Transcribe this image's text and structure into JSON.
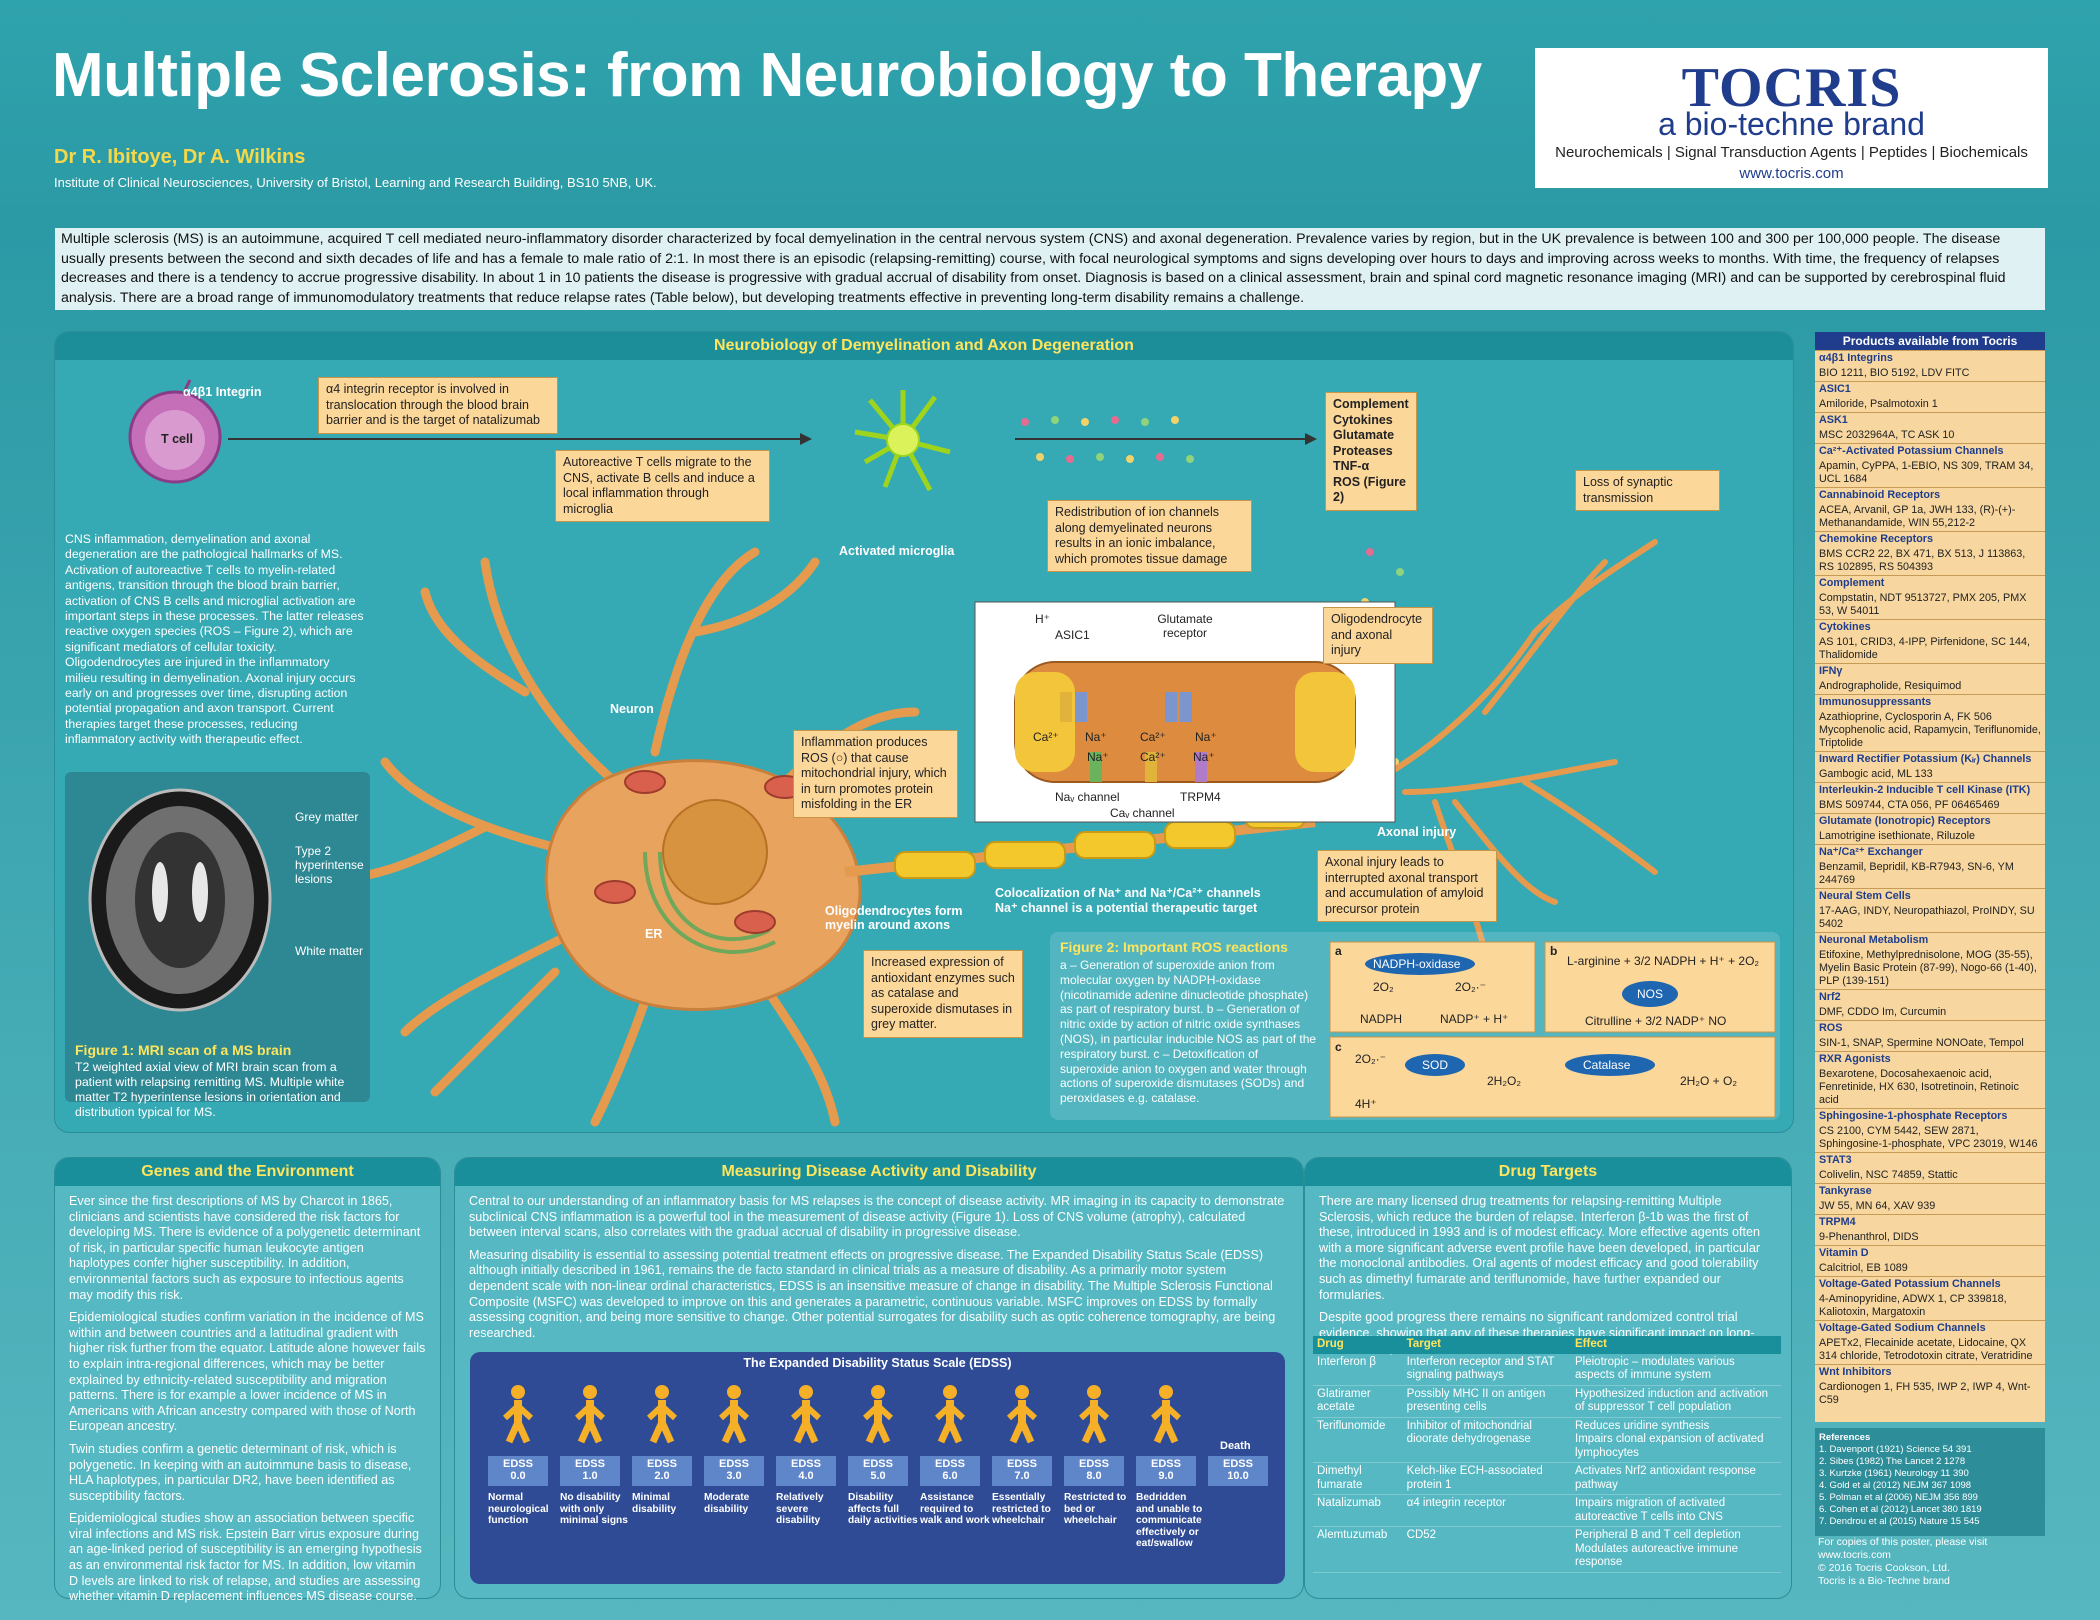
{
  "header": {
    "title": "Multiple Sclerosis: from Neurobiology to Therapy",
    "authors": "Dr R. Ibitoye, Dr A. Wilkins",
    "institution": "Institute of Clinical Neurosciences, University of Bristol, Learning and Research Building, BS10 5NB, UK."
  },
  "logo": {
    "brand": "TOCRIS",
    "sub": "a bio-techne brand",
    "tagline": "Neurochemicals | Signal Transduction Agents | Peptides | Biochemicals",
    "url": "www.tocris.com"
  },
  "intro": "Multiple sclerosis (MS) is an autoimmune, acquired T cell mediated neuro-inflammatory disorder characterized by focal demyelination in the central nervous system (CNS) and axonal degeneration. Prevalence varies by region, but in the UK prevalence is between 100 and 300 per 100,000 people. The disease usually presents between the second and sixth decades of life and has a female to male ratio of 2:1. In most there is an episodic (relapsing-remitting) course, with focal neurological symptoms and signs developing over hours to days and improving across weeks to months. With time, the frequency of relapses decreases and there is a tendency to accrue progressive disability. In about 1 in 10 patients the disease is progressive with gradual accrual of disability from onset. Diagnosis is based on a clinical assessment, brain and spinal cord magnetic resonance imaging (MRI) and can be supported by cerebrospinal fluid analysis. There are a broad range of immunomodulatory treatments that reduce relapse rates (Table below), but developing treatments effective in preventing long-term disability remains a challenge.",
  "neuro": {
    "heading": "Neurobiology of Demyelination and Axon Degeneration",
    "integrin_label": "α4β1 Integrin",
    "tcell_label": "T cell",
    "box_integrin": "α4 integrin receptor is involved in translocation through the blood brain barrier and is the target of natalizumab",
    "box_autoreactive": "Autoreactive T cells migrate to the CNS, activate B cells and induce a local inflammation through microglia",
    "microglia_label": "Activated microglia",
    "box_mediators": "Complement\nCytokines\nGlutamate\nProteases\nTNF-α\nROS (Figure 2)",
    "box_synaptic": "Loss of synaptic transmission",
    "box_ionchannel": "Redistribution of ion channels along demyelinated neurons results in an ionic imbalance, which promotes tissue damage",
    "box_oligo": "Oligodendrocyte and axonal injury",
    "left_text": "CNS inflammation, demyelination and axonal degeneration are the pathological hallmarks of MS. Activation of autoreactive T cells to myelin-related antigens, transition through the blood brain barrier, activation of CNS B cells and microglial activation are important steps in these processes. The latter releases reactive oxygen species (ROS – Figure 2), which are significant mediators of cellular toxicity. Oligodendrocytes are injured in the inflammatory milieu resulting in demyelination. Axonal injury occurs early on and progresses over time, disrupting action potential propagation and axon transport. Current therapies target these processes, reducing inflammatory activity with therapeutic effect.",
    "neuron_label": "Neuron",
    "er_label": "ER",
    "box_inflammation": "Inflammation produces ROS (○) that cause mitochondrial injury, which in turn promotes protein misfolding in the ER",
    "oligo_myelin_label": "Oligodendrocytes form myelin around axons",
    "coloc_label": "Colocalization of Na⁺ and Na⁺/Ca²⁺ channels\nNa⁺ channel is a potential therapeutic target",
    "axonal_injury_label": "Axonal injury",
    "box_axonal": "Axonal injury leads to interrupted axonal transport and accumulation of amyloid precursor protein",
    "box_antioxidant": "Increased expression of antioxidant enzymes such as catalase and superoxide dismutases in grey matter.",
    "channel_labels": {
      "h": "H⁺",
      "asic1": "ASIC1",
      "glu": "Glutamate receptor",
      "ca1": "Ca²⁺",
      "na1": "Na⁺",
      "ca2": "Ca²⁺",
      "na2": "Na⁺",
      "na3": "Na⁺",
      "ca3": "Ca²⁺",
      "na4": "Na⁺",
      "nav": "Naᵥ channel",
      "cav": "Caᵥ channel",
      "trpm4": "TRPM4"
    },
    "mri": {
      "grey": "Grey matter",
      "type2": "Type 2 hyperintense lesions",
      "white": "White matter",
      "caption_title": "Figure 1: MRI scan of a MS brain",
      "caption": "T2 weighted axial view of MRI brain scan from a patient with relapsing remitting MS. Multiple white matter T2 hyperintense lesions in orientation and distribution typical for MS."
    },
    "fig2": {
      "title": "Figure 2: Important ROS reactions",
      "text": "a – Generation of superoxide anion from molecular oxygen by NADPH-oxidase (nicotinamide adenine dinucleotide phosphate) as part of respiratory burst. b – Generation of nitric oxide by action of nitric oxide synthases (NOS), in particular inducible NOS as part of the respiratory burst. c – Detoxification of superoxide anion to oxygen and water through actions of superoxide dismutases (SODs) and peroxidases e.g. catalase.",
      "a": "a",
      "b": "b",
      "c": "c",
      "nadph_ox": "NADPH-oxidase",
      "o2": "2O₂",
      "o2m": "2O₂·⁻",
      "nadph": "NADPH",
      "nadp": "NADP⁺ + H⁺",
      "larg": "L-arginine + 3/2 NADPH + H⁺ + 2O₂",
      "nos": "NOS",
      "citr": "Citrulline + 3/2 NADP⁺ NO",
      "o2c": "2O₂·⁻",
      "h4": "4H⁺",
      "sod": "SOD",
      "h2o2": "2H₂O₂",
      "catalase": "Catalase",
      "water": "2H₂O + O₂"
    }
  },
  "genes": {
    "heading": "Genes and the Environment",
    "p1": "Ever since the first descriptions of MS by Charcot in 1865, clinicians and scientists have considered the risk factors for developing MS. There is evidence of a polygenetic determinant of risk, in particular specific human leukocyte antigen haplotypes confer higher susceptibility. In addition, environmental factors such as exposure to infectious agents may modify this risk.",
    "p2": "Epidemiological studies confirm variation in the incidence of MS within and between countries and a latitudinal gradient with higher risk further from the equator. Latitude alone however fails to explain intra-regional differences, which may be better explained by ethnicity-related susceptibility and migration patterns. There is for example a lower incidence of MS in Americans with African ancestry compared with those of North European ancestry.",
    "p3": "Twin studies confirm a genetic determinant of risk, which is polygenetic. In keeping with an autoimmune basis to disease, HLA haplotypes, in particular DR2, have been identified as susceptibility factors.",
    "p4": "Epidemiological studies show an association between specific viral infections and MS risk. Epstein Barr virus exposure during an age-linked period of susceptibility is an emerging hypothesis as an environmental risk factor for MS. In addition, low vitamin D levels are linked to risk of relapse, and studies are assessing whether vitamin D replacement influences MS disease course."
  },
  "measure": {
    "heading": "Measuring Disease Activity and Disability",
    "p1": "Central to our understanding of an inflammatory basis for MS relapses is the concept of disease activity. MR imaging in its capacity to demonstrate subclinical CNS inflammation is a powerful tool in the measurement of disease activity (Figure 1). Loss of CNS volume (atrophy), calculated between interval scans, also correlates with the gradual accrual of disability in progressive disease.",
    "p2": "Measuring disability is essential to assessing potential treatment effects on progressive disease. The Expanded Disability Status Scale (EDSS) although initially described in 1961, remains the de facto standard in clinical trials as a measure of disability. As a primarily motor system dependent scale with non-linear ordinal characteristics, EDSS is an insensitive measure of change in disability. The Multiple Sclerosis Functional Composite (MSFC) was developed to improve on this and generates a parametric, continuous variable. MSFC improves on EDSS by formally assessing cognition, and being more sensitive to change. Other potential surrogates for disability such as optic coherence tomography, are being researched.",
    "edss_title": "The Expanded Disability Status Scale (EDSS)",
    "death": "Death",
    "steps": [
      {
        "score": "EDSS\n0.0",
        "desc": "Normal neurological function"
      },
      {
        "score": "EDSS\n1.0",
        "desc": "No disability with only minimal signs"
      },
      {
        "score": "EDSS\n2.0",
        "desc": "Minimal disability"
      },
      {
        "score": "EDSS\n3.0",
        "desc": "Moderate disability"
      },
      {
        "score": "EDSS\n4.0",
        "desc": "Relatively severe disability"
      },
      {
        "score": "EDSS\n5.0",
        "desc": "Disability affects full daily activities"
      },
      {
        "score": "EDSS\n6.0",
        "desc": "Assistance required to walk and work"
      },
      {
        "score": "EDSS\n7.0",
        "desc": "Essentially restricted to wheelchair"
      },
      {
        "score": "EDSS\n8.0",
        "desc": "Restricted to bed or wheelchair"
      },
      {
        "score": "EDSS\n9.0",
        "desc": "Bedridden and unable to communicate effectively or eat/swallow"
      },
      {
        "score": "EDSS\n10.0",
        "desc": ""
      }
    ]
  },
  "drug": {
    "heading": "Drug Targets",
    "p1": "There are many licensed drug treatments for relapsing-remitting Multiple Sclerosis, which reduce the burden of relapse. Interferon β-1b was the first of these, introduced in 1993 and is of modest efficacy. More effective agents often with a more significant adverse event profile have been developed, in particular the monoclonal antibodies. Oral agents of modest efficacy and good tolerability such as dimethyl fumarate and teriflunomide, have further expanded our formularies.",
    "p2": "Despite good progress there remains no significant randomized control trial evidence, showing that any of these therapies have significant impact on long-term disability.",
    "cols": [
      "Drug",
      "Target",
      "Effect"
    ],
    "rows": [
      [
        "Interferon β",
        "Interferon receptor and STAT signaling pathways",
        "Pleiotropic – modulates various aspects of immune system"
      ],
      [
        "Glatiramer acetate",
        "Possibly MHC II on antigen presenting cells",
        "Hypothesized induction and activation of suppressor T cell population"
      ],
      [
        "Teriflunomide",
        "Inhibitor of mitochondrial dioorate dehydrogenase",
        "Reduces uridine synthesis\nImpairs clonal expansion of activated lymphocytes"
      ],
      [
        "Dimethyl fumarate",
        "Kelch-like ECH-associated protein 1",
        "Activates Nrf2 antioxidant response pathway"
      ],
      [
        "Natalizumab",
        "α4 integrin receptor",
        "Impairs migration of activated autoreactive T cells into CNS"
      ],
      [
        "Alemtuzumab",
        "CD52",
        "Peripheral B and T cell depletion\nModulates autoreactive immune response"
      ]
    ]
  },
  "products": {
    "heading": "Products available from Tocris",
    "items": [
      {
        "cat": "α4β1 Integrins",
        "list": "BIO 1211, BIO 5192, LDV FITC"
      },
      {
        "cat": "ASIC1",
        "list": "Amiloride, Psalmotoxin 1"
      },
      {
        "cat": "ASK1",
        "list": "MSC 2032964A, TC ASK 10"
      },
      {
        "cat": "Ca²⁺-Activated Potassium Channels",
        "list": "Apamin, CyPPA, 1-EBIO, NS 309, TRAM 34, UCL 1684"
      },
      {
        "cat": "Cannabinoid Receptors",
        "list": "ACEA, Arvanil, GP 1a, JWH 133, (R)-(+)-Methanandamide, WIN 55,212-2"
      },
      {
        "cat": "Chemokine Receptors",
        "list": "BMS CCR2 22, BX 471, BX 513, J 113863, RS 102895, RS 504393"
      },
      {
        "cat": "Complement",
        "list": "Compstatin, NDT 9513727, PMX 205, PMX 53, W 54011"
      },
      {
        "cat": "Cytokines",
        "list": "AS 101, CRID3, 4-IPP, Pirfenidone, SC 144, Thalidomide"
      },
      {
        "cat": "IFNγ",
        "list": "Andrographolide, Resiquimod"
      },
      {
        "cat": "Immunosuppressants",
        "list": "Azathioprine, Cyclosporin A, FK 506 Mycophenolic acid, Rapamycin, Teriflunomide, Triptolide"
      },
      {
        "cat": "Inward Rectifier Potassium (Kᵢᵣ) Channels",
        "list": "Gambogic acid, ML 133"
      },
      {
        "cat": "Interleukin-2 Inducible T cell Kinase (ITK)",
        "list": "BMS 509744, CTA 056, PF 06465469"
      },
      {
        "cat": "Glutamate (Ionotropic) Receptors",
        "list": "Lamotrigine isethionate, Riluzole"
      },
      {
        "cat": "Na⁺/Ca²⁺ Exchanger",
        "list": "Benzamil, Bepridil, KB-R7943, SN-6, YM 244769"
      },
      {
        "cat": "Neural Stem Cells",
        "list": "17-AAG, INDY, Neuropathiazol, ProINDY, SU 5402"
      },
      {
        "cat": "Neuronal Metabolism",
        "list": "Etifoxine, Methylprednisolone, MOG (35-55), Myelin Basic Protein (87-99), Nogo-66 (1-40), PLP (139-151)"
      },
      {
        "cat": "Nrf2",
        "list": "DMF, CDDO Im, Curcumin"
      },
      {
        "cat": "ROS",
        "list": "SIN-1, SNAP, Spermine NONOate, Tempol"
      },
      {
        "cat": "RXR Agonists",
        "list": "Bexarotene, Docosahexaenoic acid, Fenretinide, HX 630, Isotretinoin, Retinoic acid"
      },
      {
        "cat": "Sphingosine-1-phosphate Receptors",
        "list": "CS 2100, CYM 5442, SEW 2871, Sphingosine-1-phosphate, VPC 23019, W146"
      },
      {
        "cat": "STAT3",
        "list": "Colivelin, NSC 74859, Stattic"
      },
      {
        "cat": "Tankyrase",
        "list": "JW 55, MN 64, XAV 939"
      },
      {
        "cat": "TRPM4",
        "list": "9-Phenanthrol, DIDS"
      },
      {
        "cat": "Vitamin D",
        "list": "Calcitriol, EB 1089"
      },
      {
        "cat": "Voltage-Gated Potassium Channels",
        "list": "4-Aminopyridine, ADWX 1, CP 339818, Kaliotoxin, Margatoxin"
      },
      {
        "cat": "Voltage-Gated Sodium Channels",
        "list": "APETx2, Flecainide acetate, Lidocaine, QX 314 chloride, Tetrodotoxin citrate, Veratridine"
      },
      {
        "cat": "Wnt Inhibitors",
        "list": "Cardionogen 1, FH 535, IWP 2, IWP 4, Wnt-C59"
      }
    ]
  },
  "refs": {
    "heading": "References",
    "list": "1. Davenport (1921) Science 54 391\n2. Sibes (1982) The Lancet 2 1278\n3. Kurtzke (1961) Neurology 11 390\n4. Gold et al (2012) NEJM 367 1098\n5. Polman et al (2006) NEJM 356 899\n6. Cohen et al (2012) Lancet 380 1819\n7. Dendrou et al (2015) Nature 15 545"
  },
  "copyright": "For copies of this poster, please visit www.tocris.com\n© 2016 Tocris Cookson, Ltd.\nTocris is a Bio-Techne brand"
}
